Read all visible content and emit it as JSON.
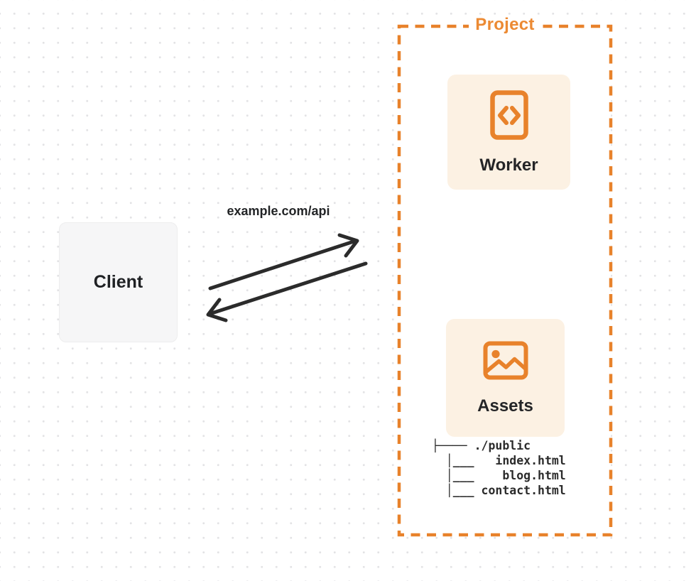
{
  "client": {
    "label": "Client"
  },
  "request": {
    "url_label": "example.com/api"
  },
  "project": {
    "label": "Project",
    "worker": {
      "label": "Worker",
      "icon": "code-file-icon"
    },
    "assets": {
      "label": "Assets",
      "icon": "image-icon"
    },
    "file_tree": [
      "├──── ./public",
      "  │___   index.html",
      "  │___    blog.html",
      "  │___ contact.html"
    ]
  },
  "colors": {
    "accent_orange": "#e8822b",
    "card_background": "#fcf1e3",
    "client_background": "#f6f6f7",
    "ink": "#2b2b2b"
  }
}
